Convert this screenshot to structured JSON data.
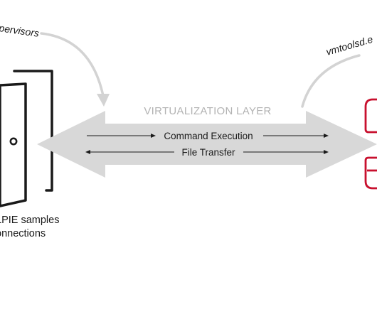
{
  "diagram": {
    "top_left_label": "pervisors",
    "top_right_label": "vmtoolsd.e",
    "layer_label": "VIRTUALIZATION LAYER",
    "channels": [
      {
        "label": "Command Execution",
        "direction": "right"
      },
      {
        "label": "File Transfer",
        "direction": "both"
      }
    ],
    "left_caption": [
      "LPIE samples",
      "onnections"
    ],
    "colors": {
      "arrow_fill": "#d8d8d8",
      "layer_label": "#b3b3b3",
      "curve": "#d3d3d3",
      "outline": "#1a1a1a",
      "accent_red": "#c8102e"
    },
    "icons": {
      "left": "door-icon",
      "right": "red-bracket-icon"
    }
  }
}
